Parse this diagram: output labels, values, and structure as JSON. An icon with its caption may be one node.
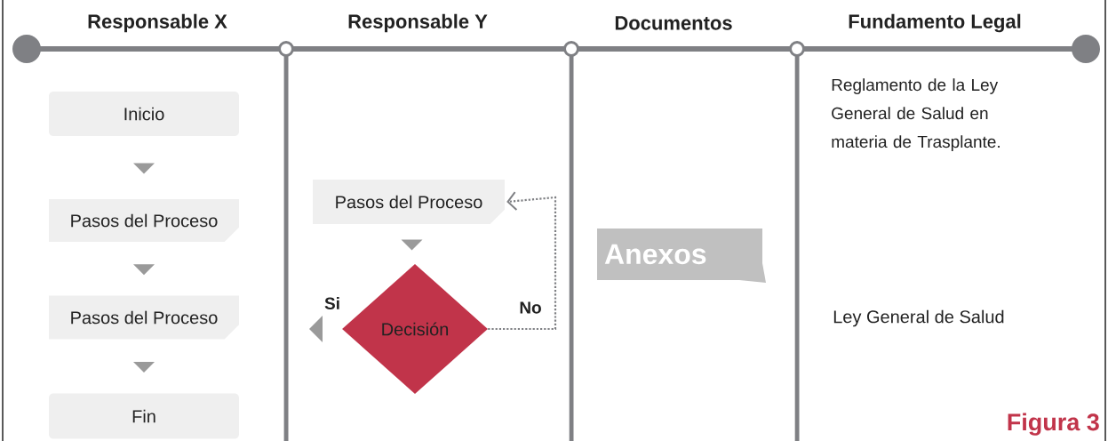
{
  "diagram": {
    "caption": "Figura 3",
    "nodes": [
      {
        "text": [
          "Inicio"
        ]
      },
      {
        "text": [
          "Pasos del Proceso"
        ]
      },
      {
        "text": [
          "Pasos del Proceso"
        ]
      },
      {
        "text": [
          "Fin"
        ]
      },
      {
        "text": [
          "Pasos del Proceso"
        ]
      },
      {
        "text": [
          "Decisión"
        ]
      },
      {
        "text": [
          "Anexos"
        ]
      }
    ],
    "edges": [
      {
        "from": 0,
        "to": 1,
        "arrow": "to"
      },
      {
        "from": 1,
        "to": 2,
        "arrow": "to"
      },
      {
        "from": 2,
        "to": 3,
        "arrow": "to"
      },
      {
        "from": 4,
        "to": 5,
        "arrow": "to"
      },
      {
        "from": 5,
        "to": null,
        "arrow": "to",
        "label": "Si"
      },
      {
        "from": 5,
        "to": 4,
        "arrow": "to",
        "label": "No",
        "style": "dashed"
      }
    ],
    "labels": [
      "Responsable X",
      "Responsable Y",
      "Documentos",
      "Fundamento Legal",
      "Reglamento de la Ley General de Salud en materia de Trasplante.",
      "Ley General de Salud"
    ]
  }
}
